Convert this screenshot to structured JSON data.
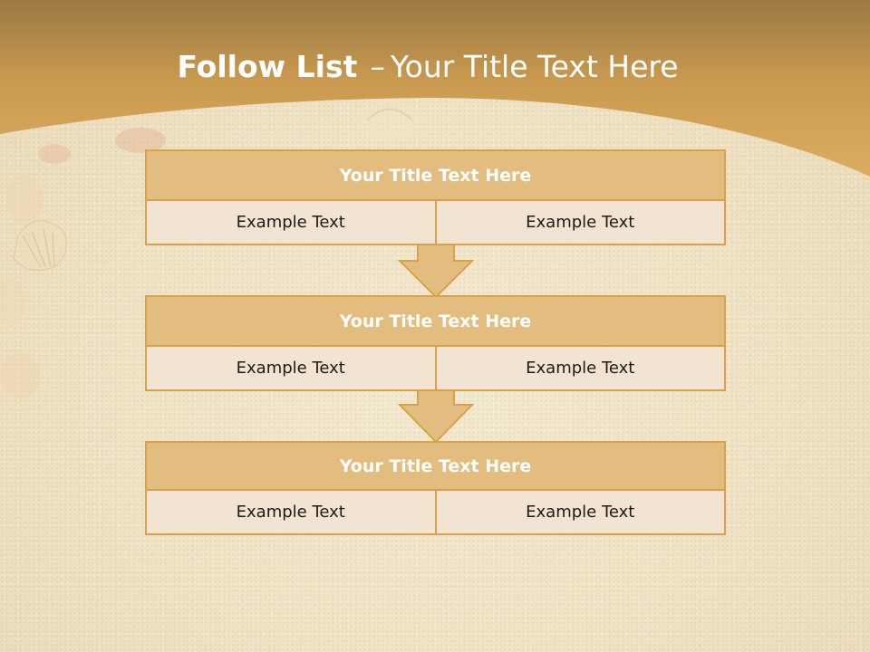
{
  "title": {
    "bold": "Follow List",
    "dash": "–",
    "rest": "Your Title Text Here"
  },
  "steps": [
    {
      "title": "Your Title Text Here",
      "left": "Example Text",
      "right": "Example Text"
    },
    {
      "title": "Your Title Text Here",
      "left": "Example Text",
      "right": "Example Text"
    },
    {
      "title": "Your Title Text Here",
      "left": "Example Text",
      "right": "Example Text"
    }
  ],
  "colors": {
    "band_dark": "#9a7a45",
    "band_light": "#d8a85a",
    "header_fill": "#e2bd7f",
    "cell_fill": "#f2e4d0",
    "border": "#d9a24a"
  },
  "icons": [
    "down-arrow-icon",
    "seashell-icon"
  ]
}
